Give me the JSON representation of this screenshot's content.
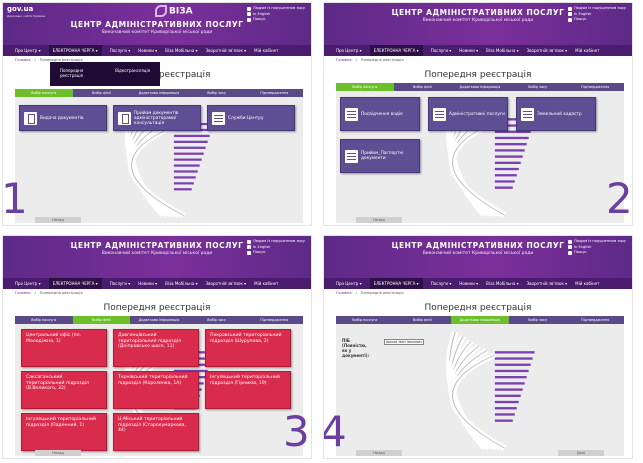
{
  "header": {
    "gov_label": "gov.ua",
    "gov_sub": "Державні сайти України",
    "logo_text": "ВІЗА",
    "title": "ЦЕНТР АДМІНІСТРАТИВНИХ ПОСЛУГ",
    "subtitle": "Виконавчий комітет Криворізької міської ради",
    "util": [
      "Людям із порушенням зору",
      "In English",
      "Пошук"
    ]
  },
  "nav": [
    "Про Центр",
    "ЕЛЕКТРОННА ЧЕРГА",
    "Послуги",
    "Новини",
    "Віза Мобільна",
    "Зворотній зв'язок",
    "Мій кабінет"
  ],
  "dropdown": [
    "Попередня реєстрація",
    "Відеотрансляція"
  ],
  "breadcrumb": {
    "home": "Головна",
    "current": "Попередня реєстрація"
  },
  "page_title": "Попередня реєстрація",
  "tabs": [
    "Вибір послуги",
    "Вибір філії",
    "Додаткова інформація",
    "Вибір часу",
    "Підтвердження"
  ],
  "panel1_tiles": [
    "Видача документів",
    "Прийом документів адміністраторами/консультація",
    "Служби Центру"
  ],
  "panel2_tiles": [
    "Посвідчення водія",
    "Адміністративні послуги",
    "Земельний кадастр",
    "Прийом_Паспортні документи"
  ],
  "panel3_branches": [
    "Центральний офіс (пл. Молодіжна, 1)",
    "Довгинцівський територіальний підрозділ (Дніпровське шосе, 11)",
    "Покровський територіальний підрозділ (Шурупова, 2)",
    "Саксаганський територіальний підрозділ (В.Великого, 32)",
    "Тернівський територіальний підрозділ (Короленка, 1А)",
    "Інгулецький територіальний підрозділ (Гірників, 19)",
    "Інгулецький територіальний підрозділ (Паденний, 1)",
    "Ц-Міський територіальний підрозділ (Старокумаркова, 44)"
  ],
  "form": {
    "label": "ПІБ (Повністю, як у документі):",
    "value": "Іванов Іван Іванович"
  },
  "buttons": {
    "back": "Назад",
    "next": "Далі"
  },
  "numbers": [
    "1",
    "2",
    "3",
    "4"
  ],
  "colors": {
    "header": "#6a2c8e",
    "nav": "#4a1c6e",
    "active_tab": "#6cbf2a",
    "tile": "#5e4f94",
    "branch": "#d92c4c",
    "number": "#6a3fa0"
  }
}
